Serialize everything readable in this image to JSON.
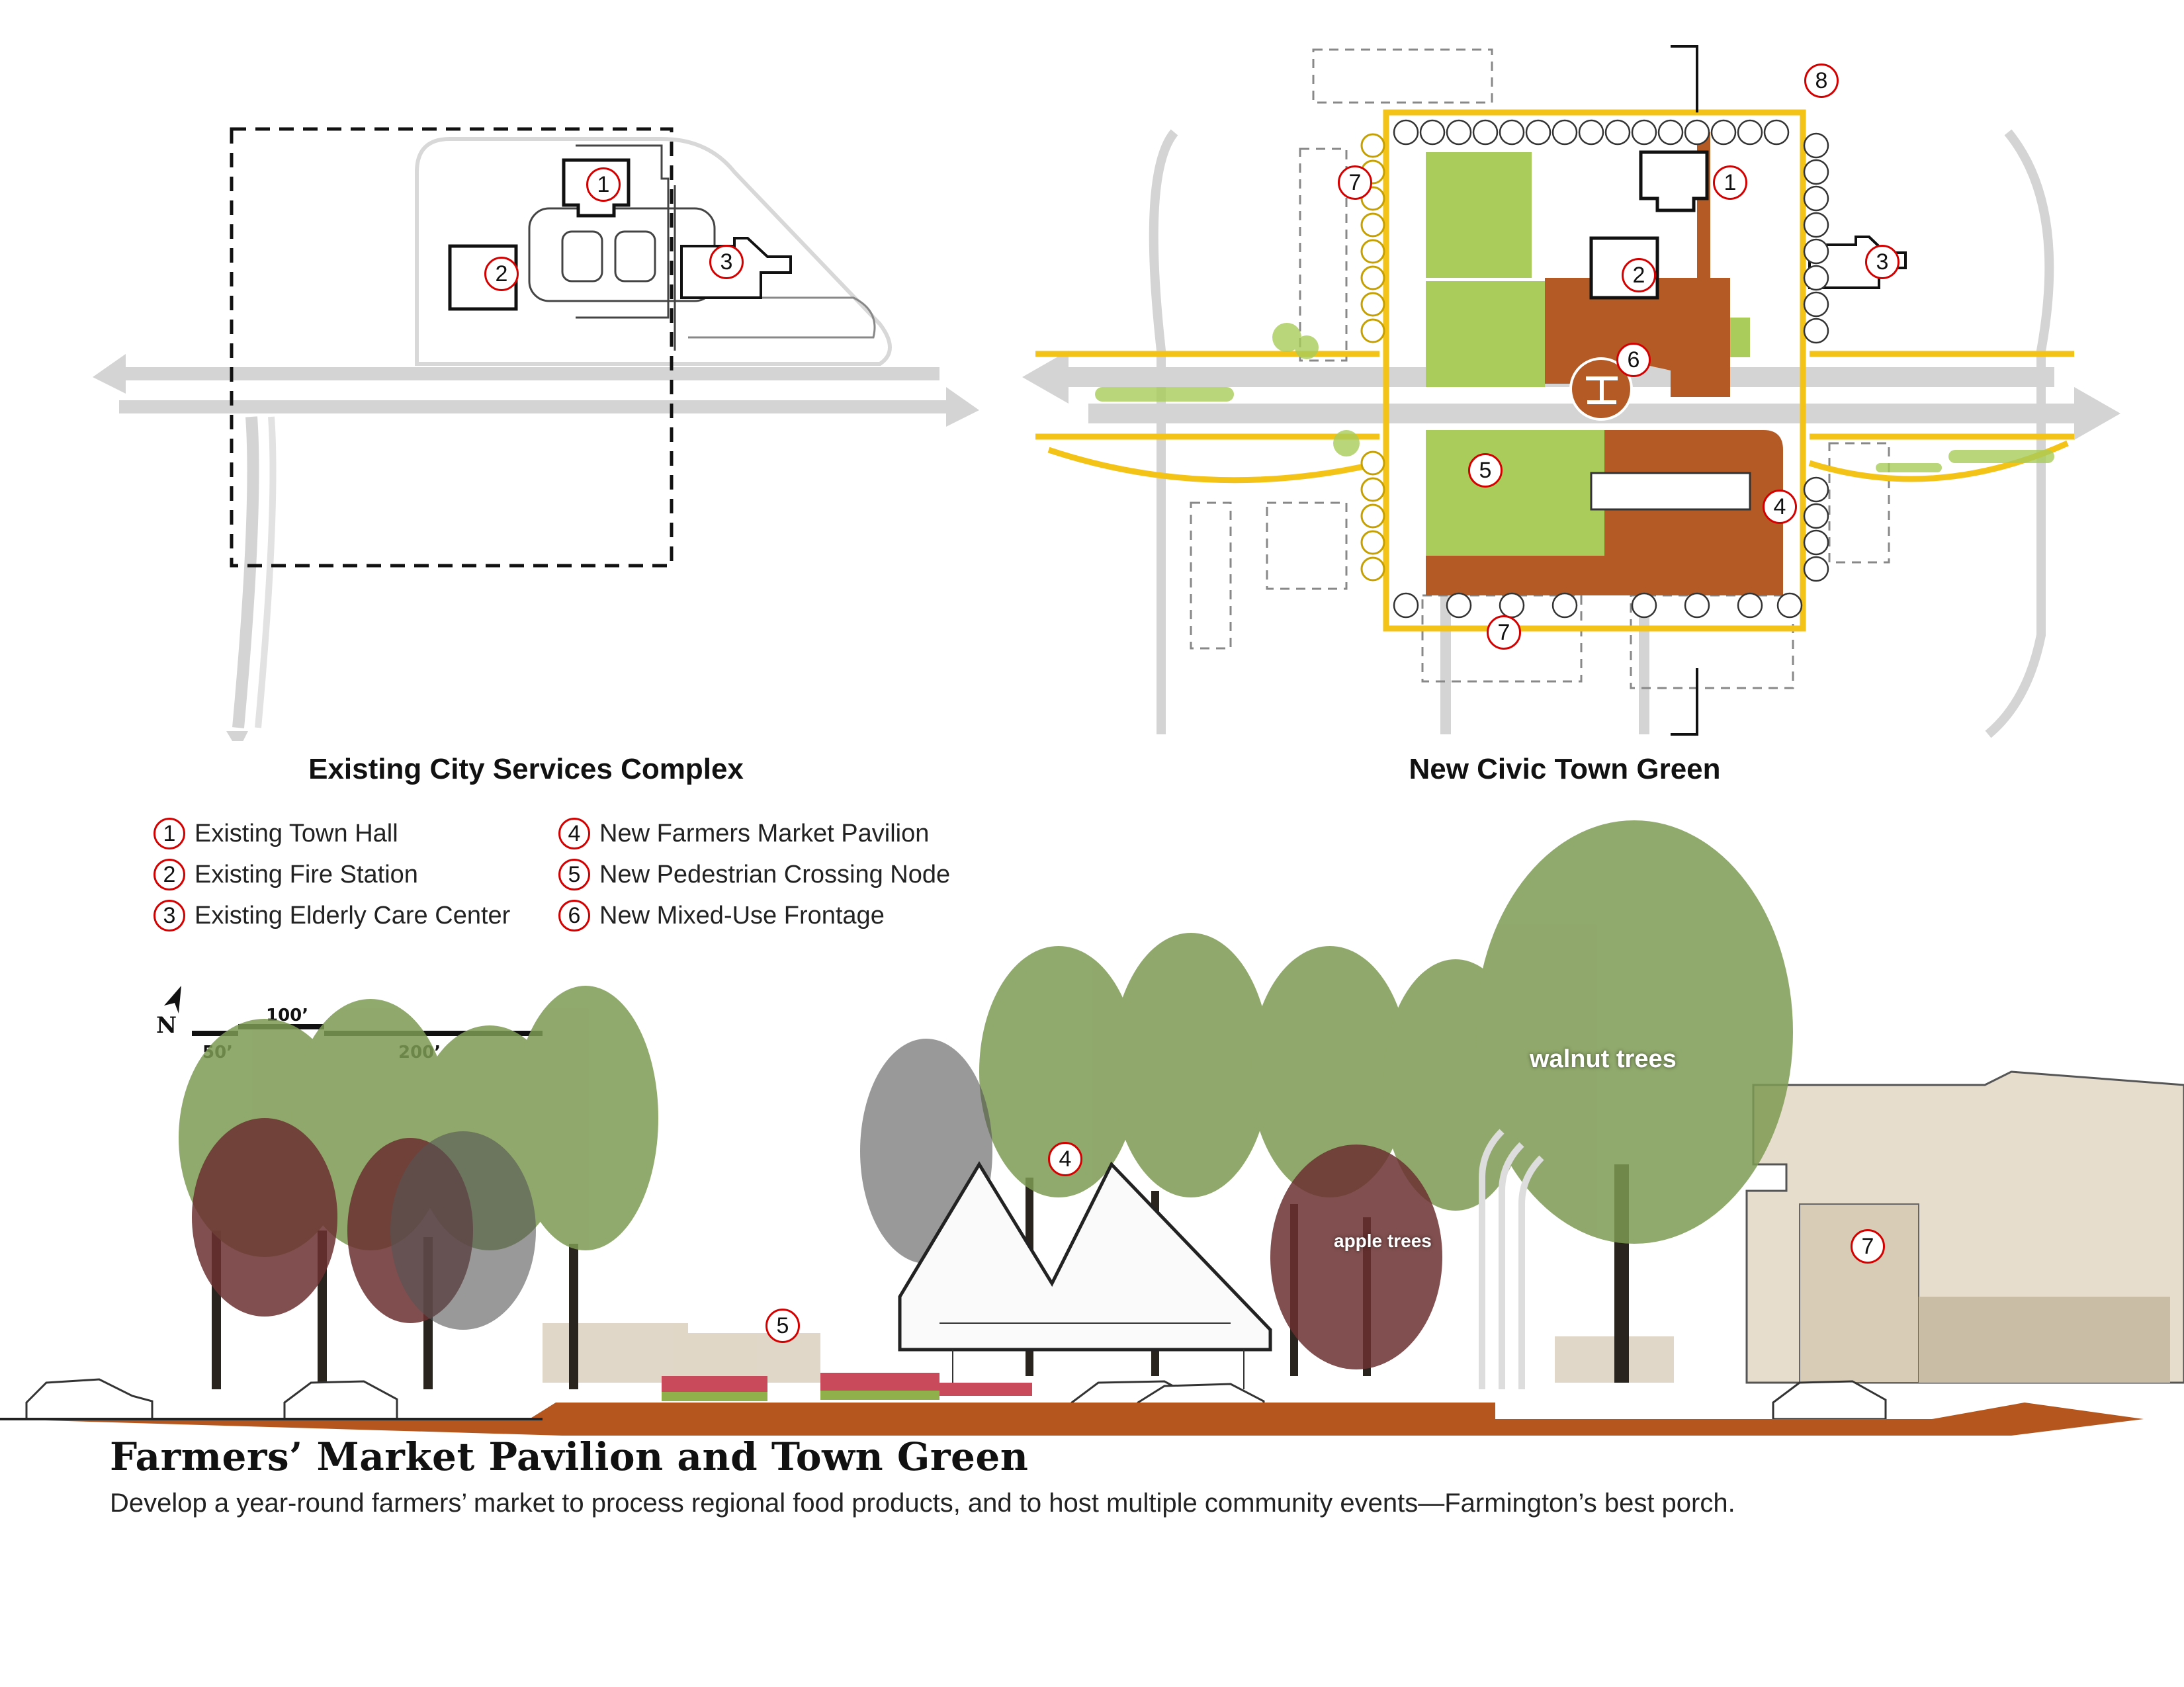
{
  "plans": {
    "existing": {
      "title": "Existing City Services Complex",
      "markers": [
        {
          "number": "1"
        },
        {
          "number": "2"
        },
        {
          "number": "3"
        }
      ]
    },
    "proposed": {
      "title": "New Civic Town Green",
      "markers": [
        {
          "number": "1"
        },
        {
          "number": "2"
        },
        {
          "number": "3"
        },
        {
          "number": "4"
        },
        {
          "number": "5"
        },
        {
          "number": "6"
        },
        {
          "number": "7"
        },
        {
          "number": "7"
        },
        {
          "number": "8"
        }
      ]
    }
  },
  "legend": [
    {
      "number": "1",
      "label": "Existing Town Hall"
    },
    {
      "number": "2",
      "label": "Existing Fire Station"
    },
    {
      "number": "3",
      "label": "Existing Elderly Care Center"
    },
    {
      "number": "4",
      "label": "New Farmers Market Pavilion"
    },
    {
      "number": "5",
      "label": "New Pedestrian Crossing Node"
    },
    {
      "number": "6",
      "label": "New Mixed-Use Frontage"
    }
  ],
  "scale": {
    "north": "N",
    "labels": [
      "50’",
      "100’",
      "200’"
    ]
  },
  "section": {
    "labels": {
      "walnut": "walnut trees",
      "apple": "apple trees"
    },
    "markers": [
      {
        "number": "4"
      },
      {
        "number": "5"
      },
      {
        "number": "7"
      }
    ]
  },
  "footer": {
    "title": "Farmers’ Market Pavilion and Town Green",
    "subtitle": "Develop a year-round farmers’ market to process regional food products, and to host multiple community events—Farmington’s best porch."
  },
  "colors": {
    "road": "#d4d4d4",
    "lawn": "#a9cc5a",
    "plaza": "#b45a24",
    "path": "#f3c317",
    "marker_ring": "#d40000",
    "ground": "#b5561e",
    "tree_green": "#7d9a52",
    "tree_red": "#6b3030"
  }
}
